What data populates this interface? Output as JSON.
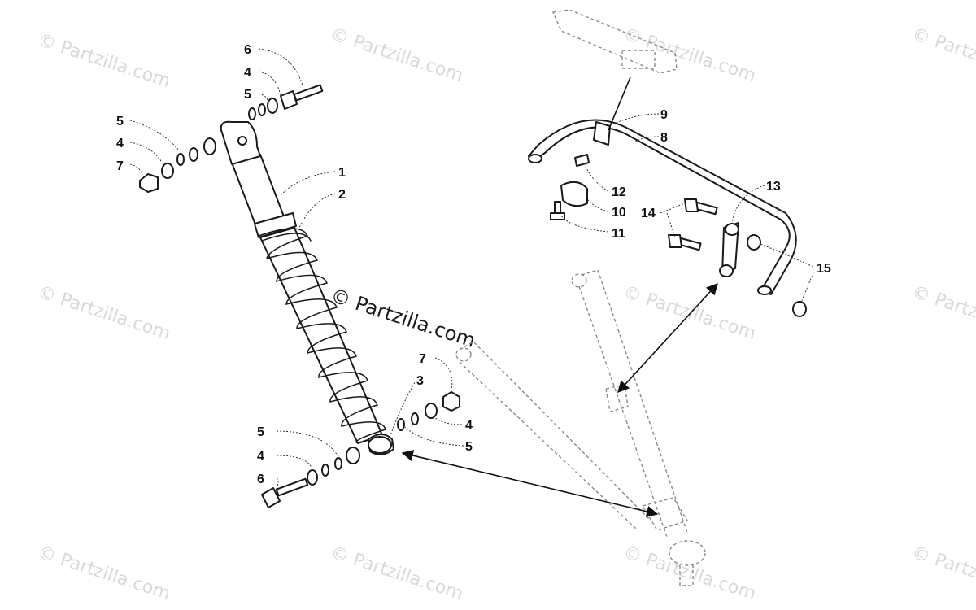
{
  "watermark": {
    "text": "© Partzilla.com",
    "center_text": "© Partzilla.com"
  },
  "callouts": {
    "c1": "1",
    "c2": "2",
    "c3": "3",
    "c4a": "4",
    "c4b": "4",
    "c4c": "4",
    "c4d": "4",
    "c5a": "5",
    "c5b": "5",
    "c5c": "5",
    "c5d": "5",
    "c6a": "6",
    "c6b": "6",
    "c7a": "7",
    "c7b": "7",
    "c8": "8",
    "c9": "9",
    "c10": "10",
    "c11": "11",
    "c12": "12",
    "c13": "13",
    "c14": "14",
    "c15": "15"
  }
}
